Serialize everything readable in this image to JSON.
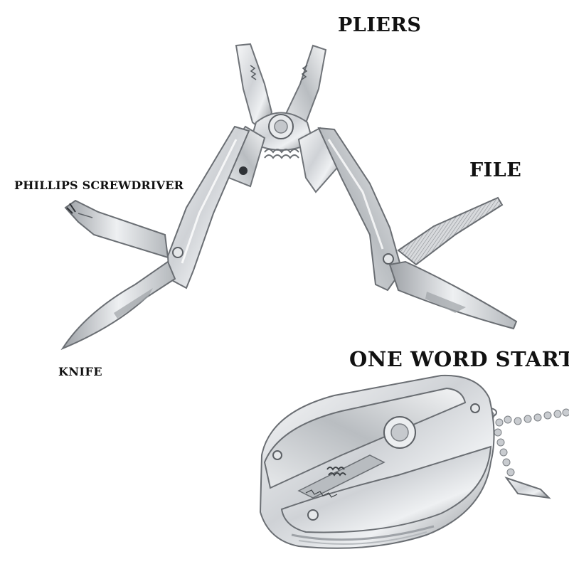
{
  "labels": {
    "pliers": "PLIERS",
    "file": "FILE",
    "phillips": "PHILLIPS SCREWDRIVER",
    "knife": "KNIFE",
    "one_word_start": "ONE WORD START"
  },
  "colors": {
    "background": "#ffffff",
    "steel_light": "#eef0f2",
    "steel_mid": "#c9ccd0",
    "steel_dark": "#7b7f84",
    "text": "#111111"
  }
}
